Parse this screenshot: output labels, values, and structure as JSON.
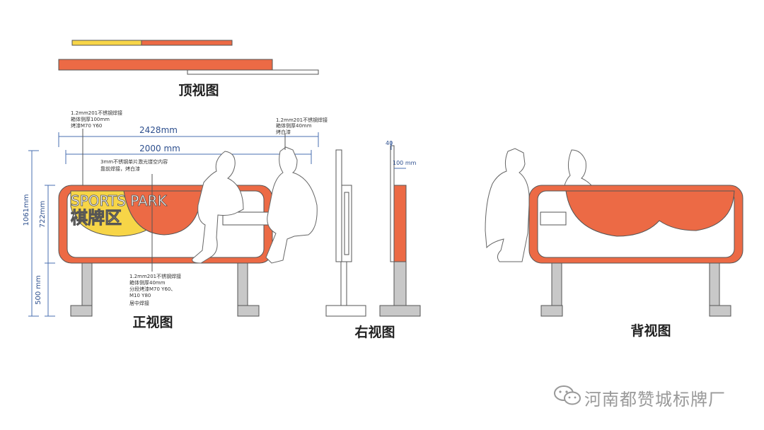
{
  "views": {
    "top": "顶视图",
    "front": "正视图",
    "right": "右视图",
    "back": "背视图"
  },
  "dimensions": {
    "overall_width": "2428mm",
    "panel_width": "2000 mm",
    "total_height": "1061mm",
    "panel_height": "722mm",
    "leg_height": "500 mm",
    "side_depth": "40",
    "side_width": "100 mm"
  },
  "notes": {
    "left_top": [
      "1.2mm201不锈钢焊接",
      "箱体侧厚100mm",
      "烤漆M70 Y60"
    ],
    "right_top": [
      "1.2mm201不锈钢焊接",
      "箱体侧厚40mm",
      "烤白漆"
    ],
    "center": [
      "3mm不锈钢单片激光镂空内容",
      "靠前焊接，烤白漆"
    ],
    "bottom": [
      "1.2mm201不锈钢焊接",
      "箱体侧厚40mm",
      "分段烤漆M70 Y60、",
      "M10 Y80",
      "居中焊接"
    ]
  },
  "sign": {
    "title_en": "SPORTS PARK",
    "title_cn": "棋牌区"
  },
  "colors": {
    "orange": "#ec6a45",
    "yellow": "#f7d547",
    "grey": "#c8c8c8",
    "line": "#555555",
    "dim_blue": "#2d4f8e"
  },
  "brand": "河南都赞城标牌厂"
}
